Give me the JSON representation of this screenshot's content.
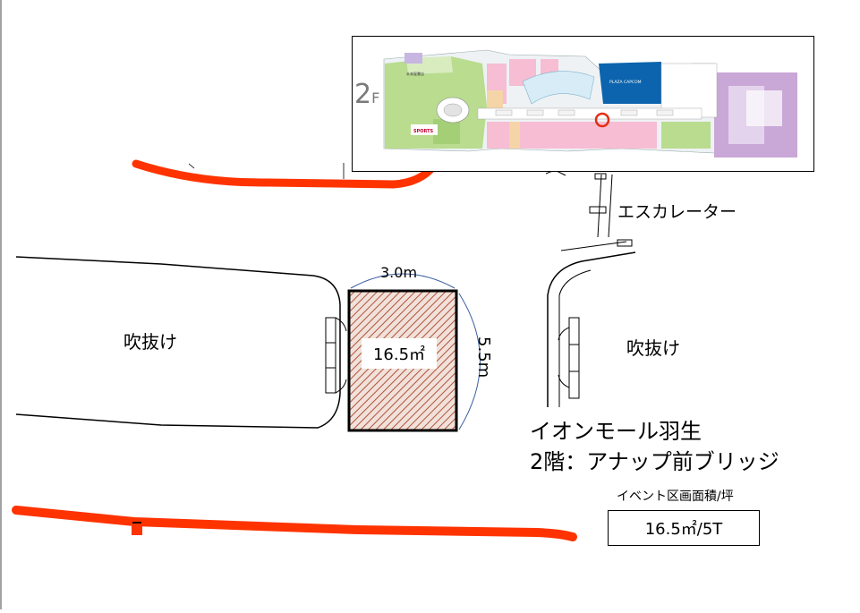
{
  "inset_map": {
    "floor_number": "2",
    "floor_suffix": "F",
    "store_labels": [
      "未来屋書店",
      "PLAZA CAPCOM",
      "SPORTS"
    ]
  },
  "labels": {
    "escalator": "エスカレーター",
    "void_left": "吹抜け",
    "void_right": "吹抜け",
    "venue_name": "イオンモール羽生",
    "venue_floor": "2階：アナップ前ブリッジ"
  },
  "booth": {
    "width": "3.0m",
    "depth": "5.5m",
    "area": "16.5㎡"
  },
  "area_summary": {
    "title": "イベント区画面積/坪",
    "value": "16.5㎡/5T"
  },
  "colors": {
    "corridor_red": "#ff3300",
    "booth_hatch": "#b0553a",
    "map_green": "#b9dc8f",
    "map_pink": "#f6bdd3",
    "map_blue": "#0b64ad",
    "map_purple": "#c9a7d6"
  }
}
